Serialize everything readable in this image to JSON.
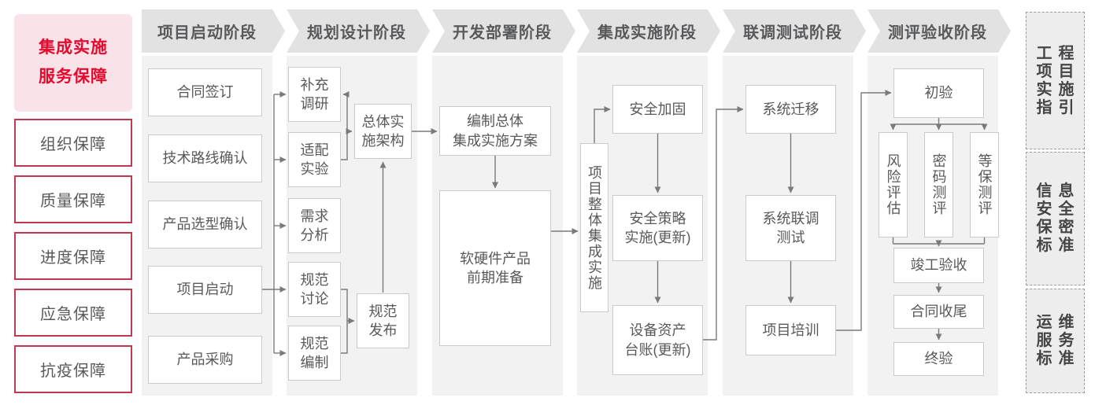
{
  "colors": {
    "accent_red": "#e30a2d",
    "pink_background": "#fae3e8",
    "red_box_border": "#c23a50",
    "gray_text": "#58595b",
    "phase_header_bg": "#e2e2e3",
    "column_bg": "#f2f2f3",
    "node_border": "#c9cacb",
    "connector": "#7a7a7b",
    "ref_panel_bg": "#ededee"
  },
  "left_panel": {
    "title": "集成实施\n服务保障",
    "items": [
      {
        "label": "组织保障"
      },
      {
        "label": "质量保障"
      },
      {
        "label": "进度保障"
      },
      {
        "label": "应急保障"
      },
      {
        "label": "抗疫保障"
      }
    ]
  },
  "phases": [
    {
      "label": "项目启动阶段",
      "boxes": [
        {
          "label": "合同签订"
        },
        {
          "label": "技术路线确认"
        },
        {
          "label": "产品选型确认"
        },
        {
          "label": "项目启动"
        },
        {
          "label": "产品采购"
        }
      ]
    },
    {
      "label": "规划设计阶段",
      "boxes": [
        {
          "label": "补充\n调研"
        },
        {
          "label": "适配\n实验"
        },
        {
          "label": "需求\n分析"
        },
        {
          "label": "规范\n讨论"
        },
        {
          "label": "规范\n编制"
        },
        {
          "label": "总体实\n施架构"
        },
        {
          "label": "规范\n发布"
        }
      ]
    },
    {
      "label": "开发部署阶段",
      "boxes": [
        {
          "label": "编制总体\n集成实施方案"
        },
        {
          "label": "软硬件产品\n前期准备"
        }
      ]
    },
    {
      "label": "集成实施阶段",
      "boxes": [
        {
          "label": "项目整体集成实施"
        },
        {
          "label": "安全加固"
        },
        {
          "label": "安全策略\n实施(更新)"
        },
        {
          "label": "设备资产\n台账(更新)"
        }
      ]
    },
    {
      "label": "联调测试阶段",
      "boxes": [
        {
          "label": "系统迁移"
        },
        {
          "label": "系统联调\n测试"
        },
        {
          "label": "项目培训"
        }
      ]
    },
    {
      "label": "测评验收阶段",
      "boxes": [
        {
          "label": "初验"
        },
        {
          "label": "风险评估"
        },
        {
          "label": "密码测评"
        },
        {
          "label": "等保测评"
        },
        {
          "label": "竣工验收"
        },
        {
          "label": "合同收尾"
        },
        {
          "label": "终验"
        }
      ]
    }
  ],
  "right_panel": {
    "items": [
      {
        "label": "工程\n项目\n实施\n指引"
      },
      {
        "label": "信息\n安全\n保密\n标准"
      },
      {
        "label": "运维\n服务\n标准"
      }
    ]
  }
}
